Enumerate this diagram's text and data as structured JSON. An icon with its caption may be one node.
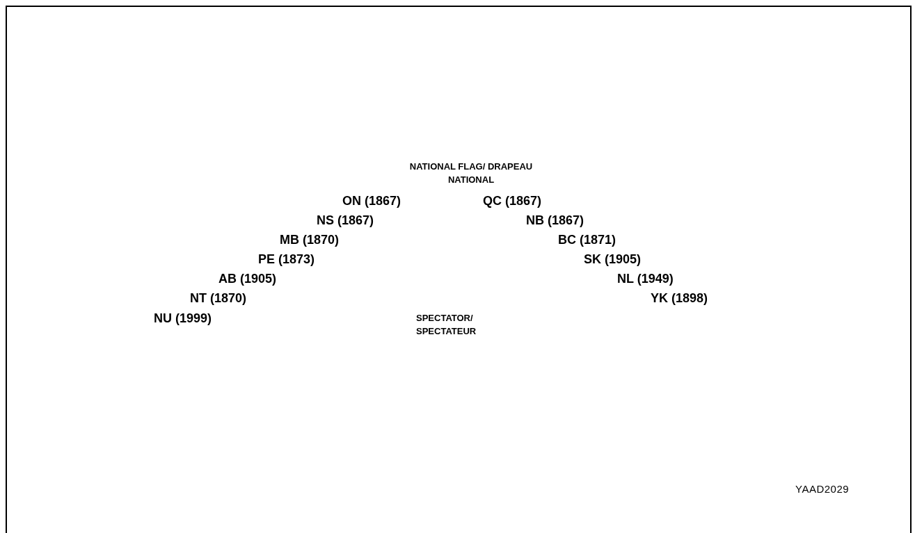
{
  "diagram": {
    "labels": [
      "NATIONAL FLAG/ DRAPEAU NATIONAL",
      "ON (1867)",
      "QC (1867)",
      "NS (1867)",
      "NB (1867)",
      "MB (1870)",
      "BC (1871)",
      "PE (1873)",
      "SK (1905)",
      "AB (1905)",
      "NL (1949)",
      "NT (1870)",
      "YK (1898)",
      "NU (1999)",
      "SPECTATOR/ SPECTATEUR",
      "YAAD2029"
    ]
  }
}
